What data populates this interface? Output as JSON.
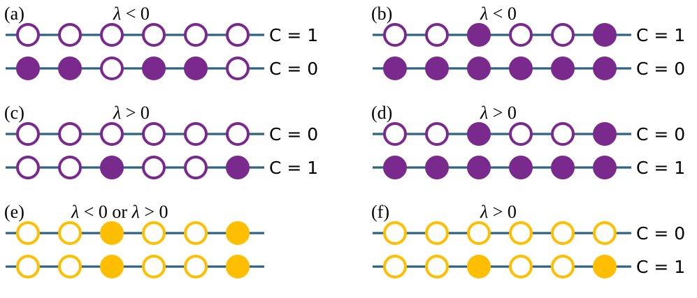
{
  "colors": {
    "line": "#2e6482",
    "purple": "#7a2a8c",
    "gold": "#ffbf00",
    "hollow": "#ffffff"
  },
  "panels": [
    {
      "id": "a",
      "label": "(a)",
      "condition": "λ < 0",
      "color": "#7a2a8c",
      "rows": [
        {
          "sites": [
            0,
            0,
            0,
            0,
            0,
            0
          ],
          "c_label": "C = 1"
        },
        {
          "sites": [
            1,
            1,
            0,
            1,
            1,
            0
          ],
          "c_label": "C = 0"
        }
      ]
    },
    {
      "id": "b",
      "label": "(b)",
      "condition": "λ < 0",
      "color": "#7a2a8c",
      "rows": [
        {
          "sites": [
            0,
            0,
            1,
            0,
            0,
            1
          ],
          "c_label": "C = 1"
        },
        {
          "sites": [
            1,
            1,
            1,
            1,
            1,
            1
          ],
          "c_label": "C = 0"
        }
      ]
    },
    {
      "id": "c",
      "label": "(c)",
      "condition": "λ > 0",
      "color": "#7a2a8c",
      "rows": [
        {
          "sites": [
            0,
            0,
            0,
            0,
            0,
            0
          ],
          "c_label": "C = 0"
        },
        {
          "sites": [
            0,
            0,
            1,
            0,
            0,
            1
          ],
          "c_label": "C = 1"
        }
      ]
    },
    {
      "id": "d",
      "label": "(d)",
      "condition": "λ > 0",
      "color": "#7a2a8c",
      "rows": [
        {
          "sites": [
            0,
            0,
            1,
            0,
            0,
            1
          ],
          "c_label": "C = 0"
        },
        {
          "sites": [
            1,
            1,
            1,
            1,
            1,
            1
          ],
          "c_label": "C = 1"
        }
      ]
    },
    {
      "id": "e",
      "label": "(e)",
      "condition": "λ < 0  or λ > 0",
      "color": "#ffbf00",
      "rows": [
        {
          "sites": [
            0,
            0,
            1,
            0,
            0,
            1
          ],
          "c_label": ""
        },
        {
          "sites": [
            0,
            0,
            1,
            0,
            0,
            1
          ],
          "c_label": ""
        }
      ]
    },
    {
      "id": "f",
      "label": "(f)",
      "condition": "λ > 0",
      "color": "#ffbf00",
      "rows": [
        {
          "sites": [
            0,
            0,
            0,
            0,
            0,
            0
          ],
          "c_label": "C = 0"
        },
        {
          "sites": [
            0,
            0,
            1,
            0,
            0,
            1
          ],
          "c_label": "C = 1"
        }
      ]
    }
  ]
}
